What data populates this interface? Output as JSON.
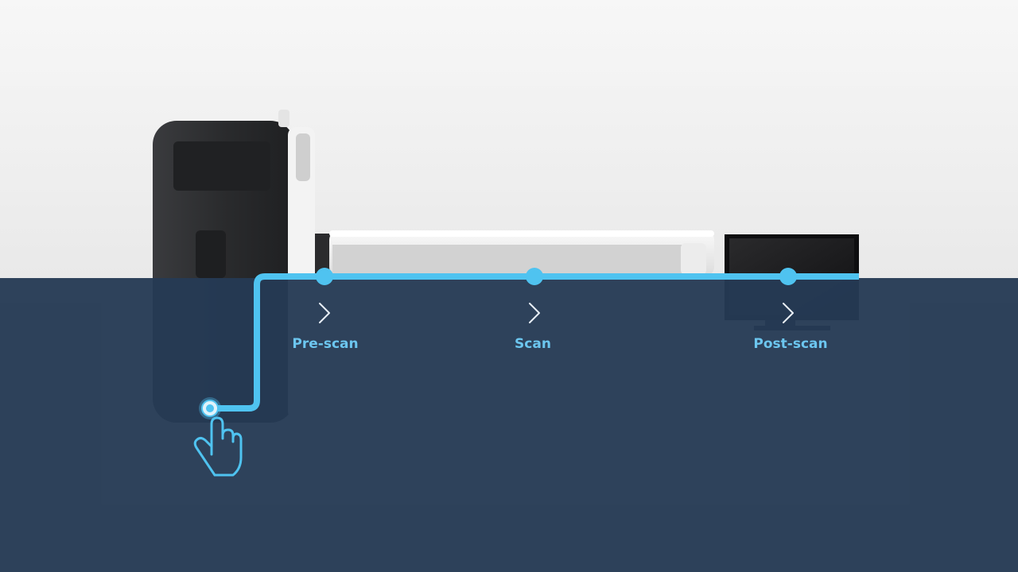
{
  "colors": {
    "background_top": "#f2f2f2",
    "background_bottom": "#253a54",
    "accent": "#4fc3f0",
    "device_dark": "#2a2b2d",
    "device_light": "#f4f4f4",
    "monitor_screen": "#1c1c1e"
  },
  "workflow": {
    "steps": [
      {
        "label": "Pre-scan",
        "color": "#6cc6ef"
      },
      {
        "label": "Scan",
        "color": "#6cc6ef"
      },
      {
        "label": "Post-scan",
        "color": "#6cc6ef"
      }
    ],
    "start_icon": "hand-pointer-icon",
    "step_icon": "chevron-right-icon"
  }
}
